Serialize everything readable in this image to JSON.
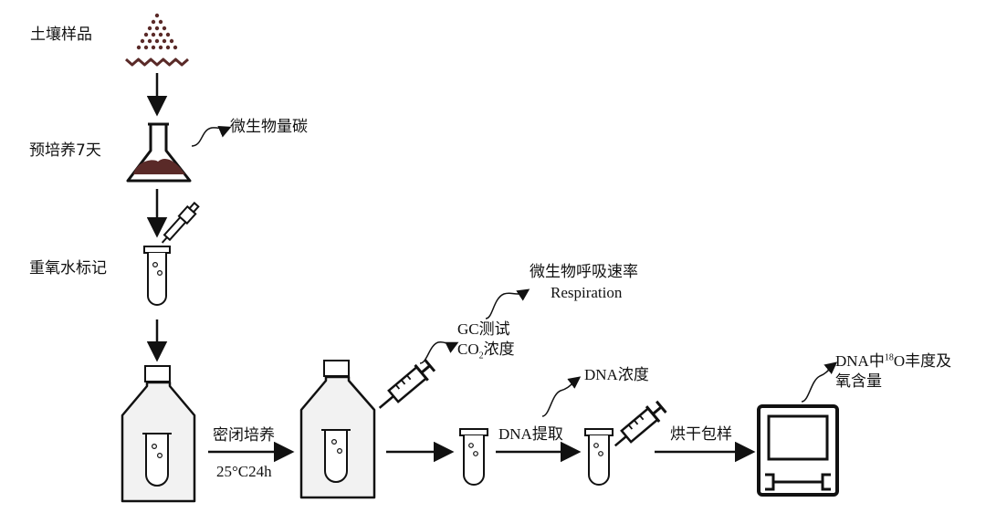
{
  "steps": {
    "soil_sample": "土壤样品",
    "preincubation": "预培养7天",
    "h2o18_labeling": "重氧水标记",
    "sealed_incubation": "密闭培养",
    "incubation_condition": "25°C24h",
    "dna_extraction": "DNA提取",
    "dry_wrap": "烘干包样"
  },
  "outputs": {
    "microbial_biomass_carbon": "微生物量碳",
    "respiration_cn": "微生物呼吸速率",
    "respiration_en": "Respiration",
    "gc_test": "GC测试",
    "co2_prefix": "CO",
    "co2_sub": "2",
    "co2_suffix": "浓度",
    "dna_conc": "DNA浓度",
    "dna_18o_prefix": "DNA中",
    "dna_18o_sup": "18",
    "dna_18o_suffix": "O丰度及",
    "oxygen_content": "氧含量"
  },
  "colors": {
    "soil": "#5a2a28",
    "line": "#111111",
    "flask_fill": "#f2f2f2"
  }
}
